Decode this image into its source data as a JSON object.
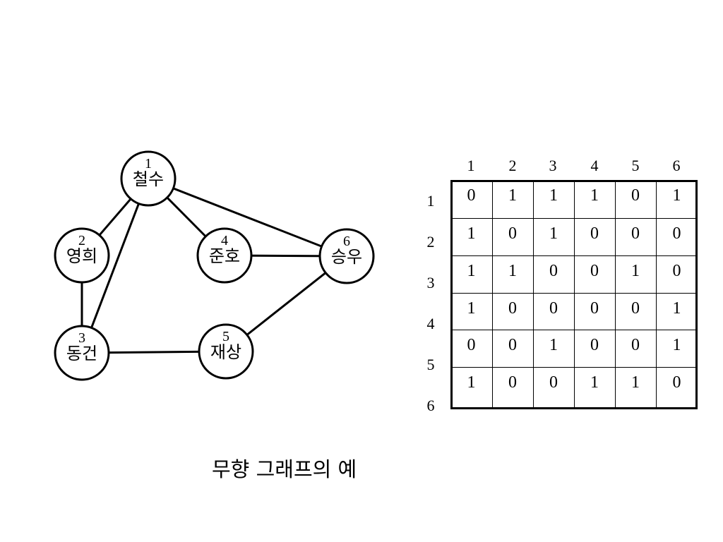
{
  "graph": {
    "nodes": [
      {
        "id": "1",
        "label": "철수"
      },
      {
        "id": "2",
        "label": "영희"
      },
      {
        "id": "3",
        "label": "동건"
      },
      {
        "id": "4",
        "label": "준호"
      },
      {
        "id": "5",
        "label": "재상"
      },
      {
        "id": "6",
        "label": "승우"
      }
    ],
    "edges": [
      [
        "1",
        "2"
      ],
      [
        "1",
        "3"
      ],
      [
        "1",
        "4"
      ],
      [
        "1",
        "6"
      ],
      [
        "2",
        "3"
      ],
      [
        "3",
        "5"
      ],
      [
        "4",
        "6"
      ],
      [
        "5",
        "6"
      ]
    ]
  },
  "matrix": {
    "col_headers": [
      "1",
      "2",
      "3",
      "4",
      "5",
      "6"
    ],
    "row_headers": [
      "1",
      "2",
      "3",
      "4",
      "5",
      "6"
    ],
    "rows": [
      [
        "0",
        "1",
        "1",
        "1",
        "0",
        "1"
      ],
      [
        "1",
        "0",
        "1",
        "0",
        "0",
        "0"
      ],
      [
        "1",
        "1",
        "0",
        "0",
        "1",
        "0"
      ],
      [
        "1",
        "0",
        "0",
        "0",
        "0",
        "1"
      ],
      [
        "0",
        "0",
        "1",
        "0",
        "0",
        "1"
      ],
      [
        "1",
        "0",
        "0",
        "1",
        "1",
        "0"
      ]
    ]
  },
  "caption": "무향 그래프의 예"
}
